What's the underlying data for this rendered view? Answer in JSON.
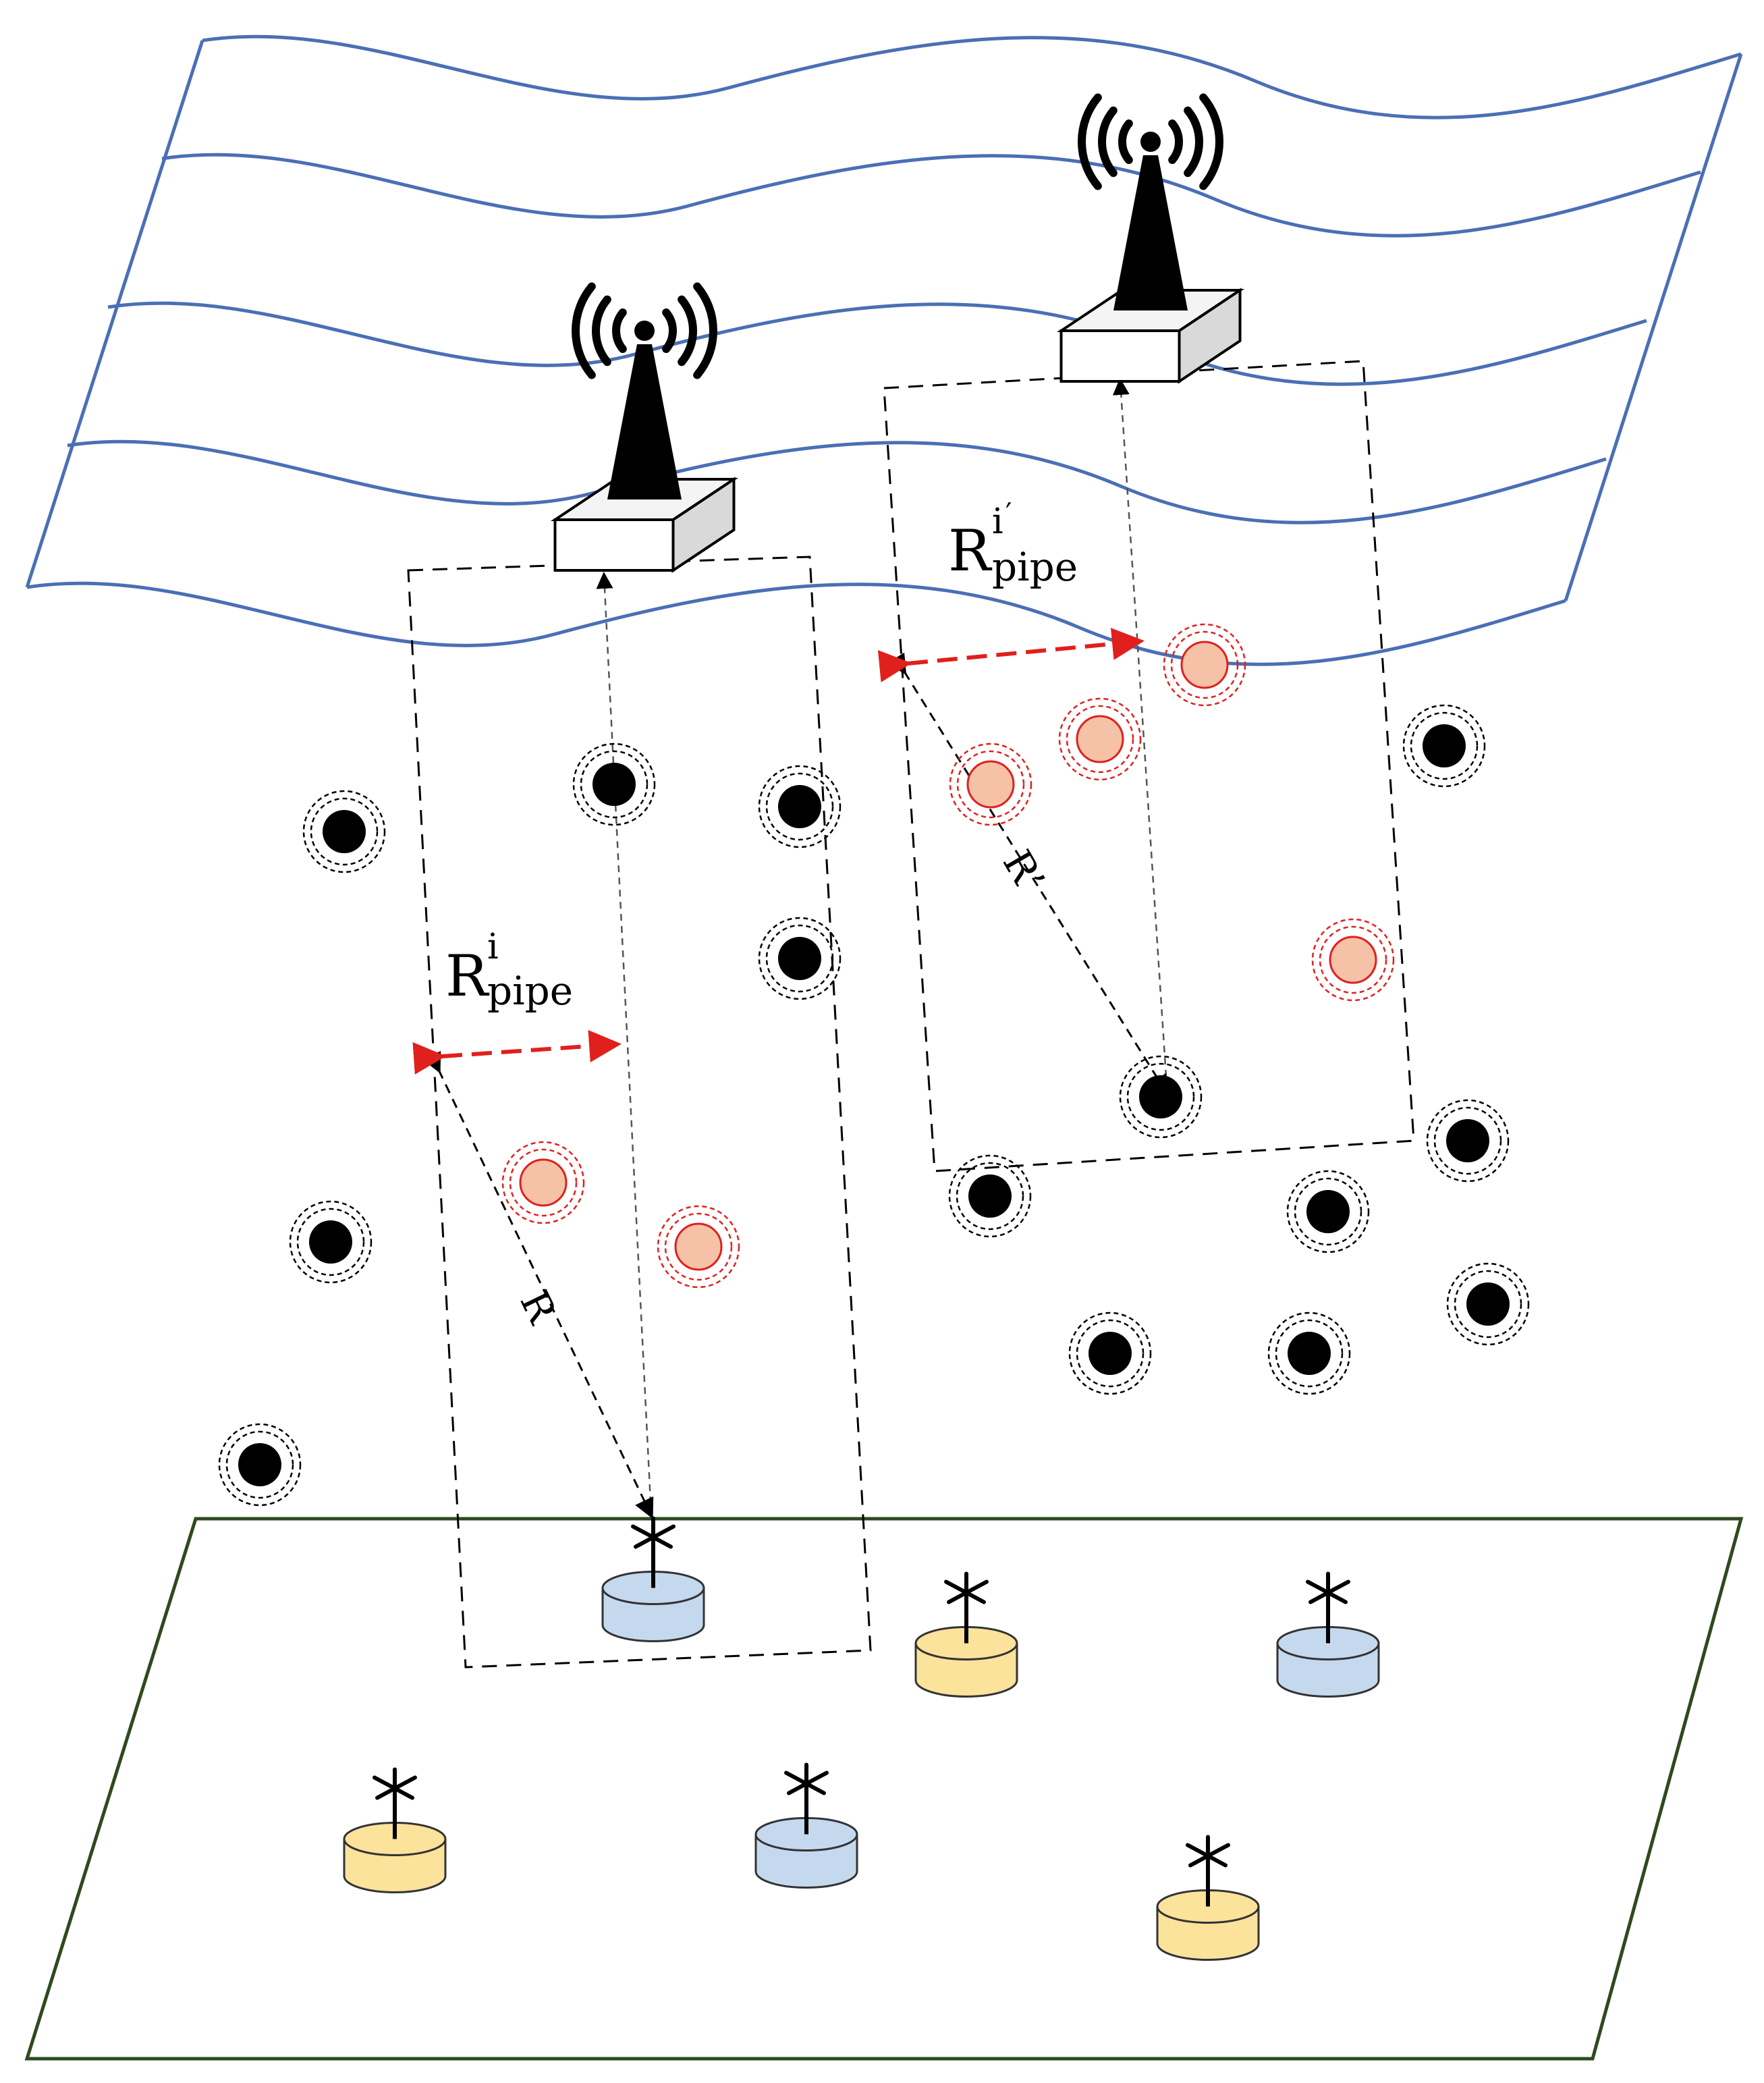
{
  "labels": {
    "pipe_left_base": "R",
    "pipe_left_sup": "i",
    "pipe_left_sub": "pipe",
    "pipe_right_base": "R",
    "pipe_right_sup": "i",
    "pipe_right_prime": "′",
    "pipe_right_sub": "pipe",
    "range_left": "R",
    "range_right": "R’"
  },
  "colors": {
    "surface_waves": "#4a6fb5",
    "seabed_outline": "#2e4a1e",
    "relay_node": "#000000",
    "forwarding_node_fill": "#f5c2a8",
    "forwarding_node_ring": "#e0201c",
    "pipe_width_arrow": "#e0201c",
    "sensor_blue": "#c5d9ee",
    "sensor_yellow": "#fbe39b"
  },
  "icons": {
    "sink": "surface-buoy-antenna-icon",
    "relay": "relay-node-icon",
    "forwarder": "forwarding-node-icon",
    "sensor": "seabed-sensor-icon"
  }
}
